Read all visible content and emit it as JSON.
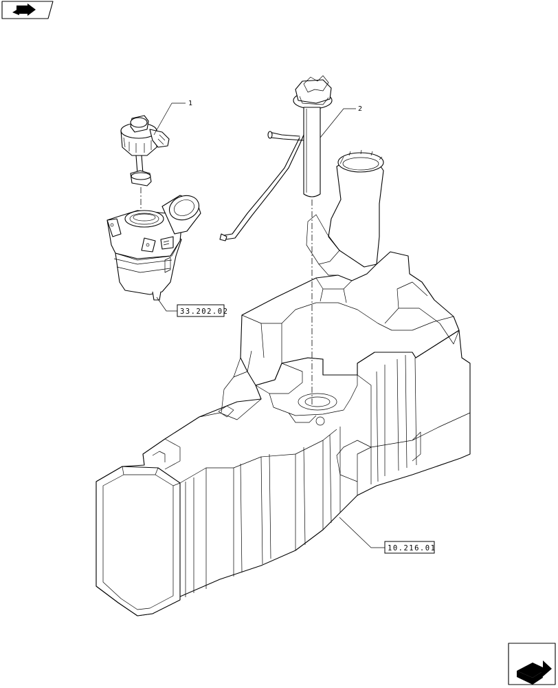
{
  "callouts": {
    "item_1": "1",
    "item_2": "2"
  },
  "references": {
    "reservoir_ref": "33.202.02",
    "tank_ref": "10.216.01"
  },
  "icons": {
    "top_left": "book-arrow-icon",
    "bottom_right": "next-page-arrow-icon"
  }
}
